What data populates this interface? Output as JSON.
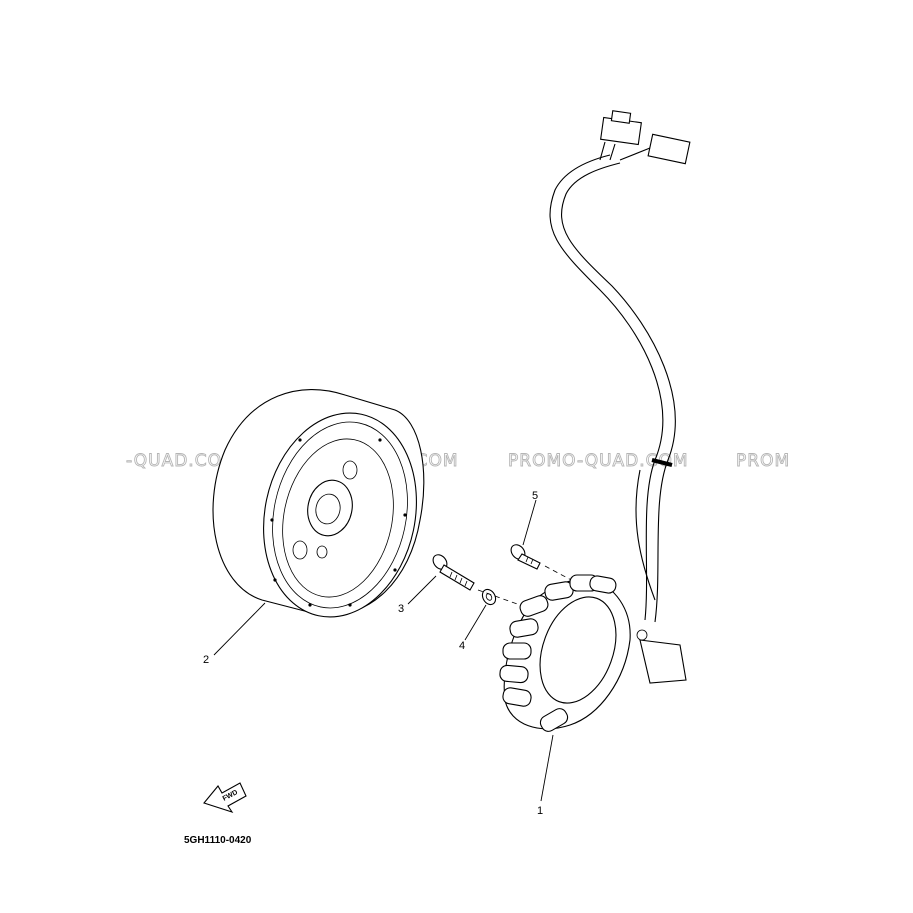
{
  "watermark": {
    "text_left": "-QUAD.COM",
    "text_mid1": "PROMO-QUAD.COM",
    "text_mid2": "PROMO-QUAD.COM",
    "text_right": "PROM"
  },
  "callouts": {
    "part_1": "1",
    "part_2": "2",
    "part_3": "3",
    "part_4": "4",
    "part_5": "5"
  },
  "fwd_arrow_label": "FWD",
  "diagram_code": "5GH1110-0420"
}
